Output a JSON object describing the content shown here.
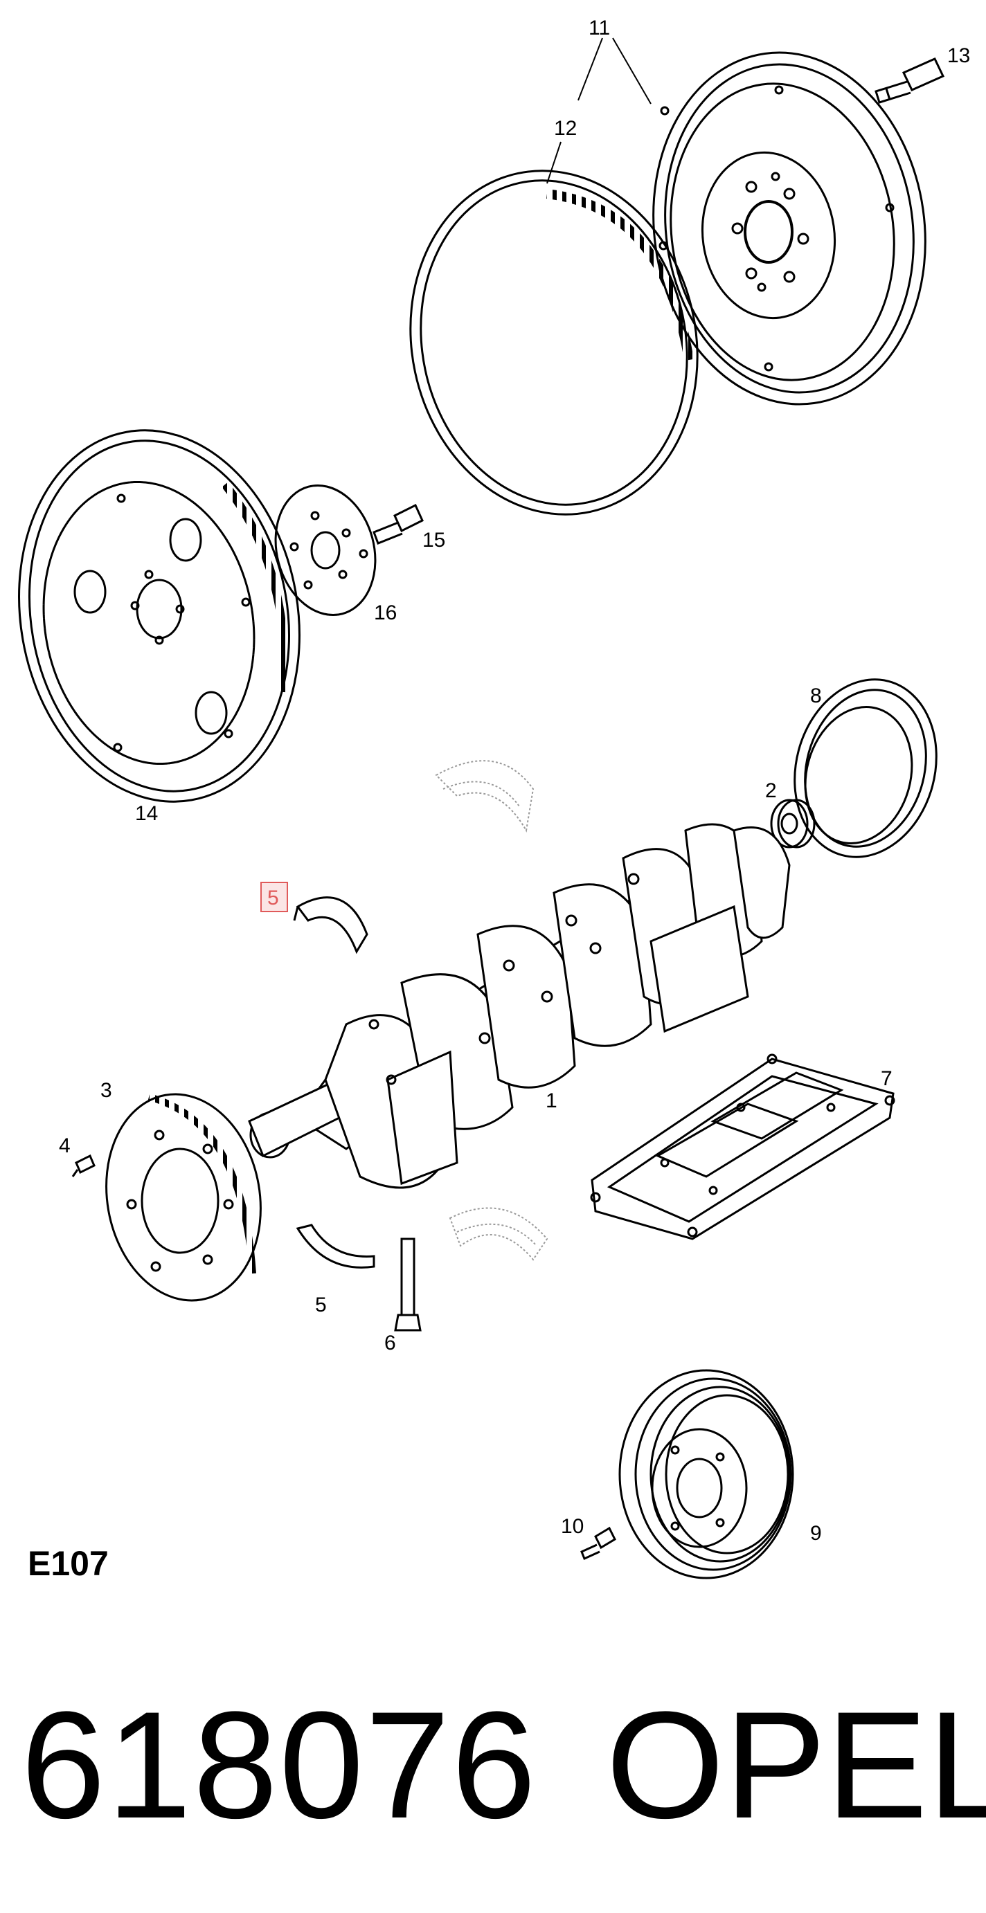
{
  "diagram": {
    "callouts": {
      "c1": "1",
      "c2": "2",
      "c3": "3",
      "c4": "4",
      "c5_highlight": "5",
      "c5": "5",
      "c6": "6",
      "c7": "7",
      "c8": "8",
      "c9": "9",
      "c10": "10",
      "c11": "11",
      "c12": "12",
      "c13": "13",
      "c14": "14",
      "c15": "15",
      "c16": "16"
    },
    "highlight_color": "#e05a5a",
    "line_color": "#000000",
    "dotted_color": "#9a9a9a"
  },
  "footer": {
    "code": "E107",
    "part_number": "618076",
    "brand": "OPEL"
  }
}
